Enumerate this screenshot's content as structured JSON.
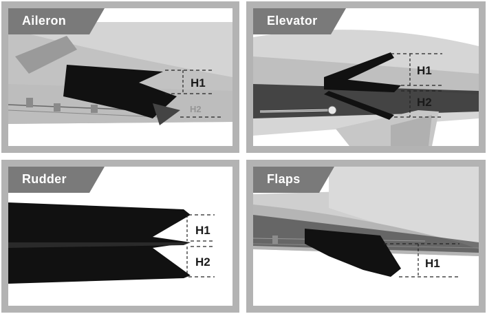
{
  "panels": {
    "aileron": {
      "title": "Aileron",
      "h1": "H1",
      "h2": "H2"
    },
    "elevator": {
      "title": "Elevator",
      "h1": "H1",
      "h2": "H2"
    },
    "rudder": {
      "title": "Rudder",
      "h1": "H1",
      "h2": "H2"
    },
    "flaps": {
      "title": "Flaps",
      "h1": "H1"
    }
  },
  "colors": {
    "frame": "#b3b3b3",
    "tab": "#7a7a7a",
    "surface": "#111111",
    "background": "#ffffff"
  }
}
